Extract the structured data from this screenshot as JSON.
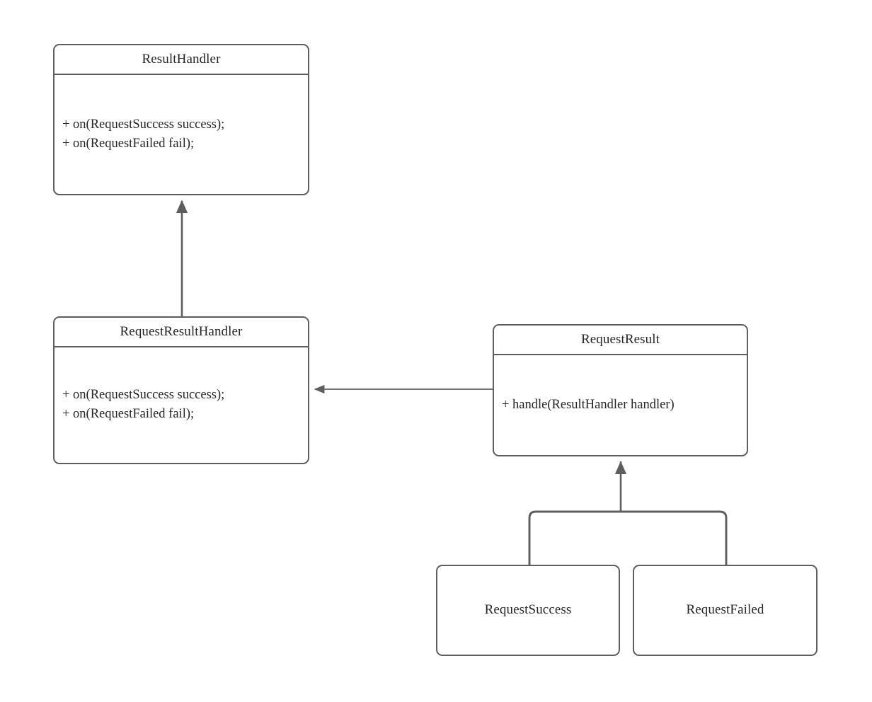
{
  "diagram": {
    "type": "uml-class-diagram",
    "background_color": "#ffffff",
    "line_color": "#5e5e5e",
    "text_color": "#262626",
    "classes": [
      {
        "id": "result-handler",
        "name": "ResultHandler",
        "members": [
          "+ on(RequestSuccess success);",
          "+ on(RequestFailed fail);"
        ]
      },
      {
        "id": "request-result-handler",
        "name": "RequestResultHandler",
        "members": [
          "+ on(RequestSuccess success);",
          "+ on(RequestFailed fail);"
        ]
      },
      {
        "id": "request-result",
        "name": "RequestResult",
        "members": [
          "+ handle(ResultHandler handler)"
        ]
      },
      {
        "id": "request-success",
        "name": "RequestSuccess",
        "members": []
      },
      {
        "id": "request-failed",
        "name": "RequestFailed",
        "members": []
      }
    ],
    "connectors": [
      {
        "id": "generalization-handler",
        "kind": "generalization",
        "from": "RequestResultHandler",
        "to": "ResultHandler",
        "arrowhead": "filled-triangle"
      },
      {
        "id": "dependency-result-to-handler",
        "kind": "association",
        "from": "RequestResult",
        "to": "RequestResultHandler",
        "arrowhead": "filled-triangle"
      },
      {
        "id": "generalization-success",
        "kind": "generalization",
        "from": "RequestSuccess",
        "to": "RequestResult",
        "arrowhead": "filled-triangle"
      },
      {
        "id": "generalization-failed",
        "kind": "generalization",
        "from": "RequestFailed",
        "to": "RequestResult",
        "arrowhead": "filled-triangle"
      }
    ]
  }
}
